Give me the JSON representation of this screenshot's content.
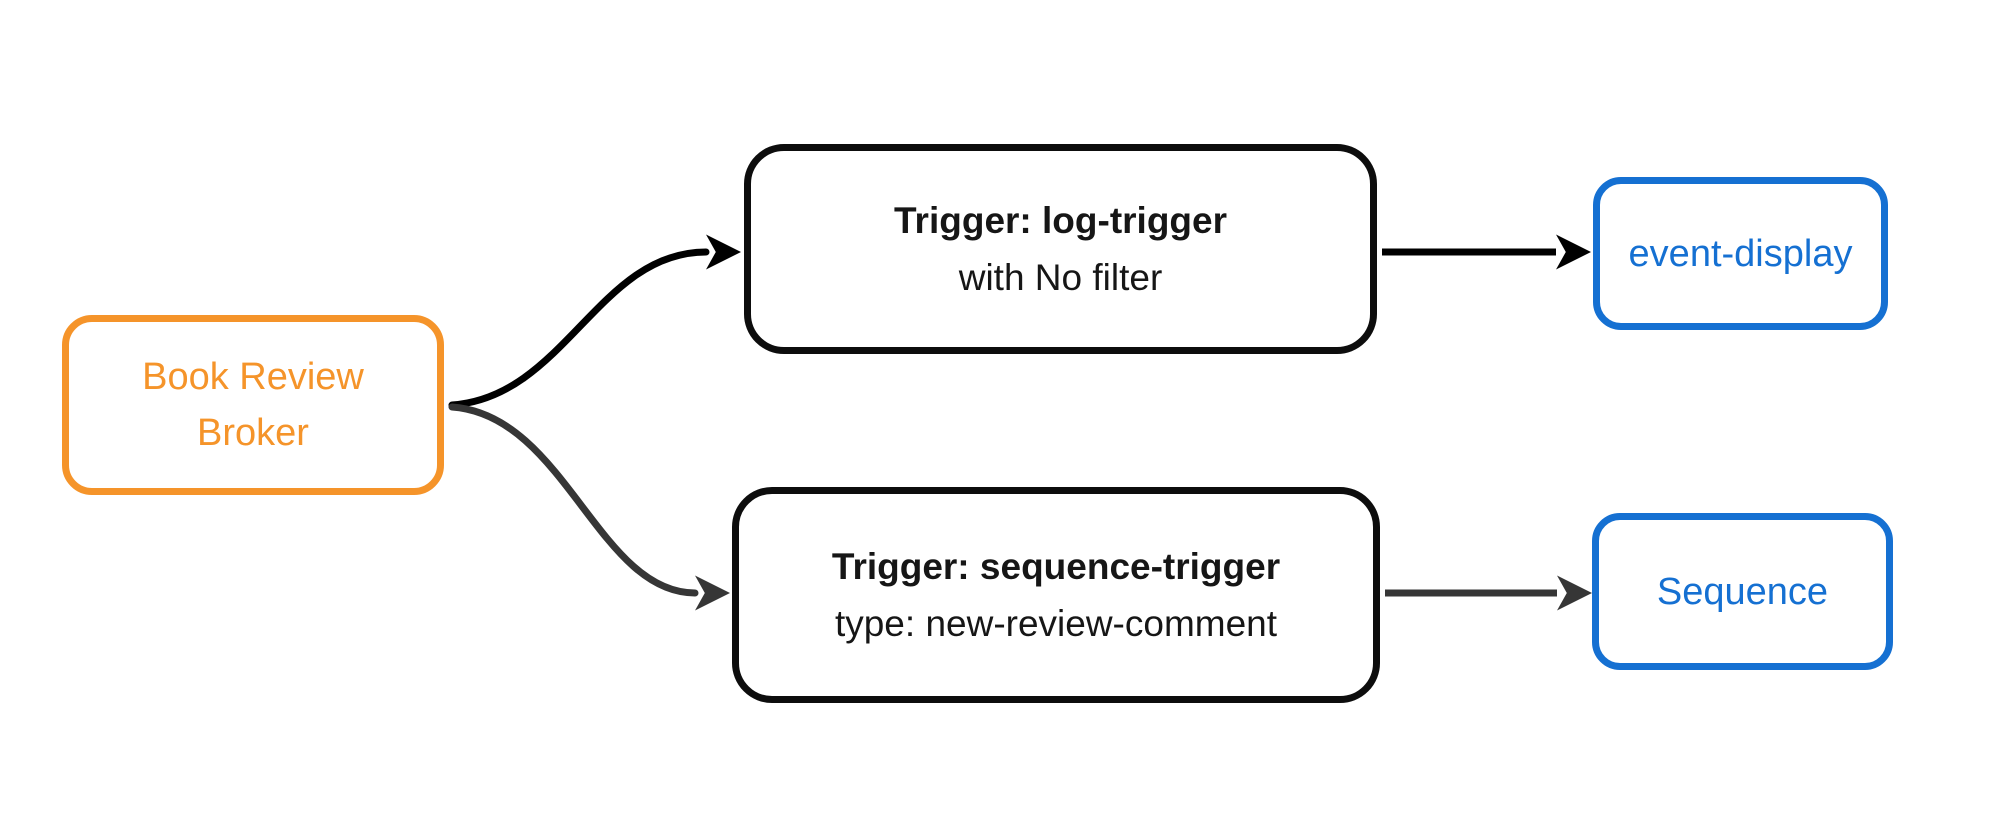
{
  "diagram": {
    "nodes": {
      "broker": {
        "line1": "Book Review",
        "line2": "Broker"
      },
      "trigger_log": {
        "title": "Trigger: log-trigger",
        "subtitle": "with No filter"
      },
      "trigger_sequence": {
        "title": "Trigger: sequence-trigger",
        "subtitle": "type: new-review-comment"
      },
      "sink_event_display": {
        "label": "event-display"
      },
      "sink_sequence": {
        "label": "Sequence"
      }
    },
    "colors": {
      "broker_orange": "#F5942A",
      "trigger_black": "#0D0D0D",
      "sink_blue": "#1570D2",
      "edge_black": "#000000",
      "edge_gray": "#363636",
      "background": "#FFFFFF"
    },
    "edges": [
      {
        "name": "broker-to-log-trigger"
      },
      {
        "name": "broker-to-sequence-trigger"
      },
      {
        "name": "log-trigger-to-event-display"
      },
      {
        "name": "sequence-trigger-to-sequence"
      }
    ]
  }
}
